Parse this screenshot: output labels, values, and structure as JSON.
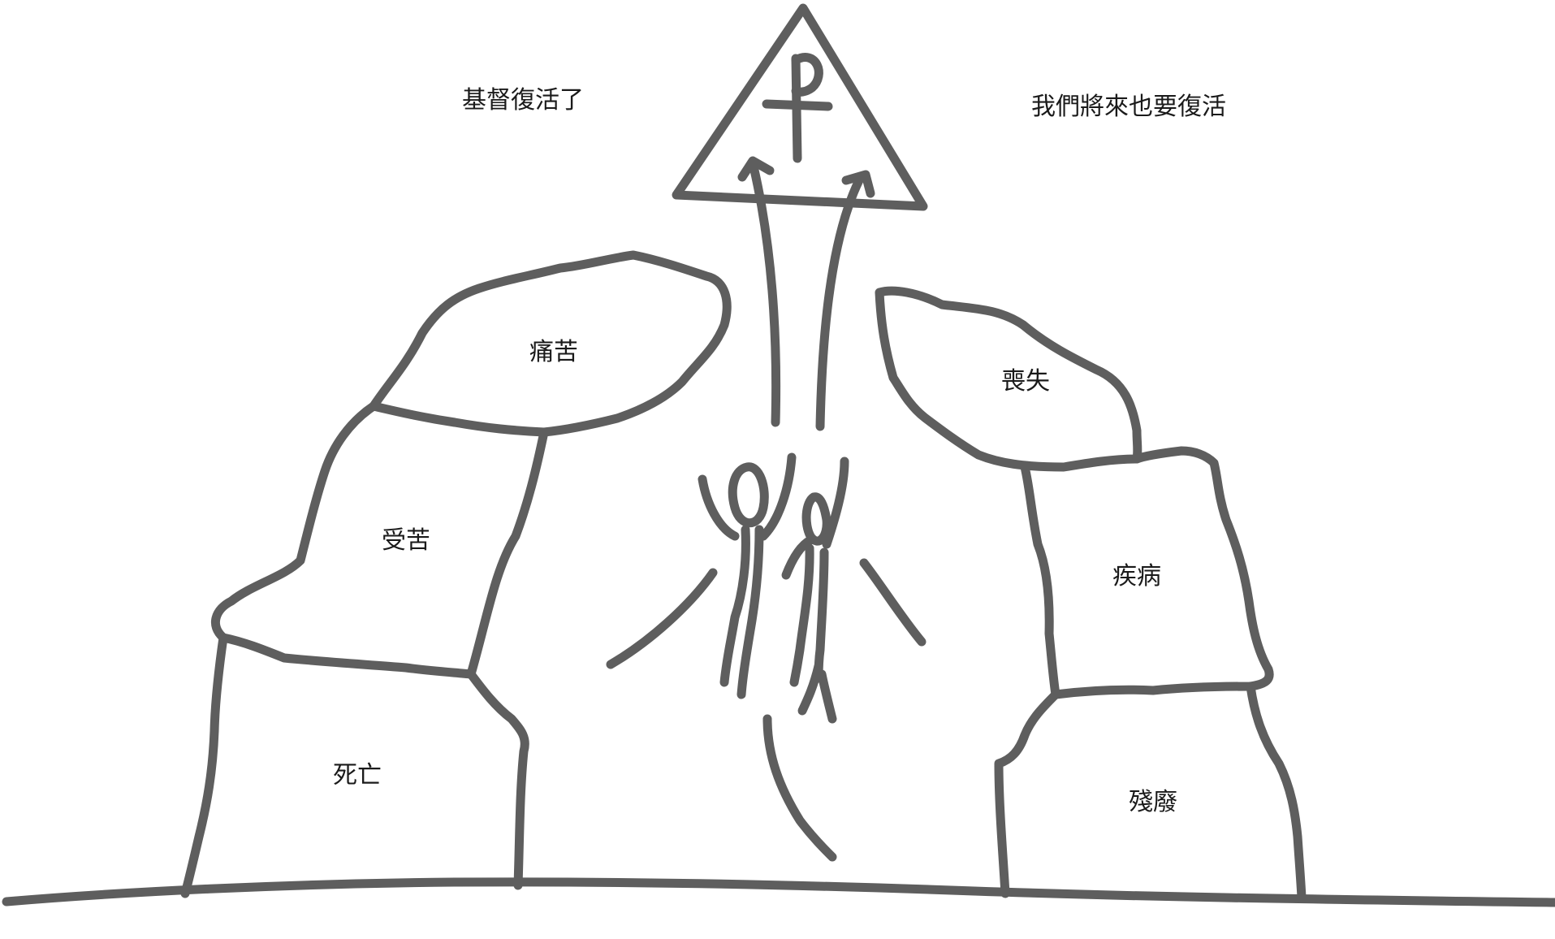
{
  "captions": {
    "left": "基督復活了",
    "right": "我們將來也要復活"
  },
  "stones": {
    "left_top": "痛苦",
    "left_middle": "受苦",
    "left_bottom": "死亡",
    "right_top": "喪失",
    "right_middle": "疾病",
    "right_bottom": "殘廢"
  },
  "colors": {
    "line": "#5e5e5e",
    "text": "#1a1a1a",
    "background": "#ffffff"
  },
  "icons": {
    "symbol": "chi-rho-icon",
    "people": "raised-arms-figures-icon"
  }
}
